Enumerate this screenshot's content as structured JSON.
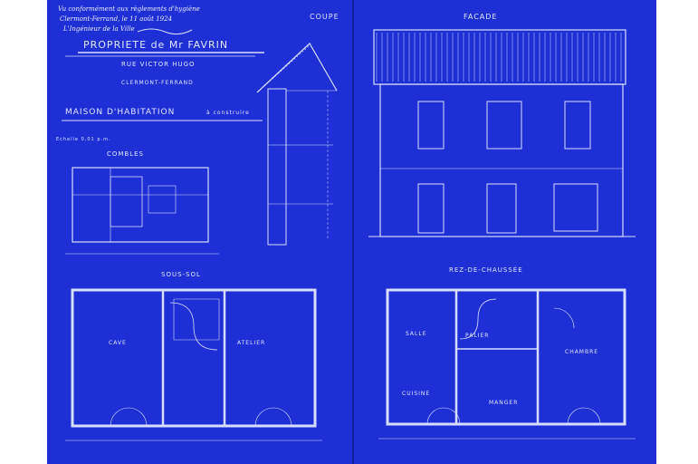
{
  "handwritten_note": {
    "line1": "Vu conformément aux règlements d'hygiène",
    "line2": "Clermont-Ferrand, le 11 août 1924",
    "line3": "L'Ingénieur de la Ville"
  },
  "title_block": {
    "owner": "PROPRIETE de Mr FAVRIN",
    "street": "RUE VICTOR HUGO",
    "town": "CLERMONT-FERRAND",
    "subject": "MAISON D'HABITATION",
    "subject_note": "à construire",
    "scale_note": "Echelle 0,01 p.m."
  },
  "views": {
    "coupe": "COUPE",
    "facade": "FACADE",
    "sous_sol": "SOUS-SOL",
    "rez_de_chaussee": "REZ-DE-CHAUSSÉE",
    "combles": "COMBLES"
  },
  "rooms": {
    "cave": "CAVE",
    "atelier": "ATELIER",
    "salle": "SALLE",
    "cuisine": "CUISINE",
    "chambre": "CHAMBRE",
    "manger": "MANGER",
    "palier": "PALIER"
  }
}
